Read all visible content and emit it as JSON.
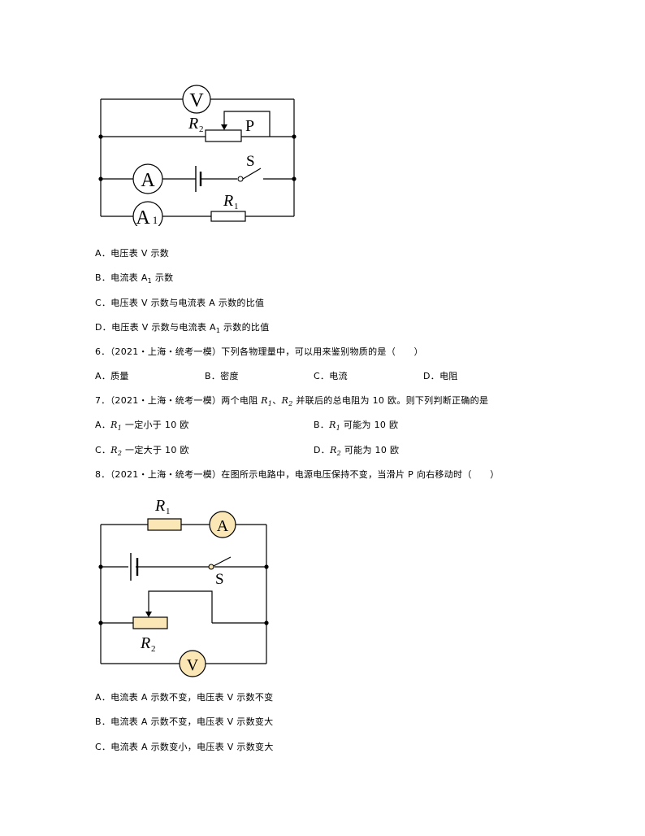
{
  "circuit1": {
    "voltmeter": "V",
    "slider": "P",
    "r2_letter": "R",
    "r2_sub": "2",
    "switch": "S",
    "ammeter": "A",
    "ammeter1_letter": "A",
    "ammeter1_sub": "1",
    "r1_letter": "R",
    "r1_sub": "1"
  },
  "q5_options": {
    "a": "A．电压表 V 示数",
    "b_pre": "B．电流表 A",
    "b_sub": "1",
    "b_post": " 示数",
    "c": "C．电压表 V 示数与电流表 A 示数的比值",
    "d_pre": "D．电压表 V 示数与电流表 A",
    "d_sub": "1",
    "d_post": " 示数的比值"
  },
  "q6": {
    "stem": "6．（2021・上海・统考一模）下列各物理量中，可以用来鉴别物质的是（　　）",
    "a": "A．质量",
    "b": "B．密度",
    "c": "C．电流",
    "d": "D．电阻"
  },
  "q7": {
    "stem_pre": "7．（2021・上海・统考一模）两个电阻 ",
    "r1": "R",
    "r1_sub": "1",
    "sep": "、",
    "r2": "R",
    "r2_sub": "2",
    "stem_post": " 并联后的总电阻为 10 欧。则下列判断正确的是",
    "a_pre": "A．",
    "a_r": "R",
    "a_sub": "1",
    "a_post": " 一定小于 10 欧",
    "b_pre": "B．",
    "b_r": "R",
    "b_sub": "1",
    "b_post": " 可能为 10 欧",
    "c_pre": "C．",
    "c_r": "R",
    "c_sub": "2",
    "c_post": " 一定大于 10 欧",
    "d_pre": "D．",
    "d_r": "R",
    "d_sub": "2",
    "d_post": " 可能为 10 欧"
  },
  "q8": {
    "stem": "8．（2021・上海・统考一模）在图所示电路中，电源电压保持不变，当滑片 P 向右移动时（　　）"
  },
  "circuit2": {
    "r1_letter": "R",
    "r1_sub": "1",
    "ammeter": "A",
    "switch": "S",
    "r2_letter": "R",
    "r2_sub": "2",
    "voltmeter": "V"
  },
  "q8_options": {
    "a": "A．电流表 A 示数不变，电压表 V 示数不变",
    "b": "B．电流表 A 示数不变，电压表 V 示数变大",
    "c": "C．电流表 A 示数变小，电压表 V 示数变大"
  },
  "colors": {
    "wire": "#000000",
    "component_fill_2": "#FAE7B5"
  }
}
